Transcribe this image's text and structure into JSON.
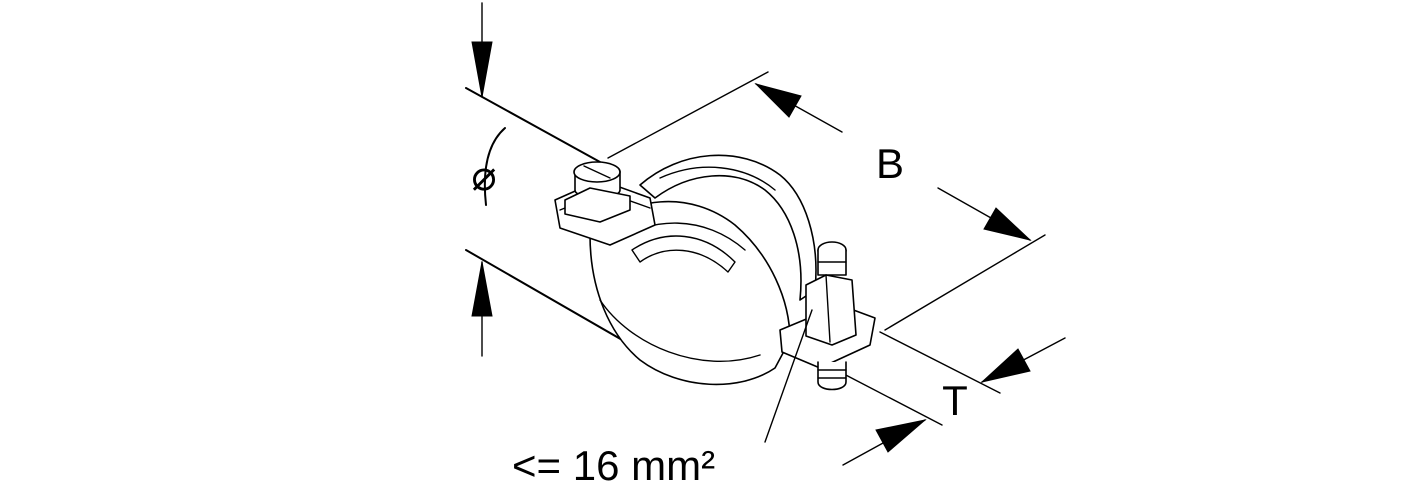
{
  "labels": {
    "diameter_symbol": "⌀",
    "width": "B",
    "thickness": "T",
    "cross_section": "<= 16 mm²"
  },
  "colors": {
    "line": "#000000",
    "background": "#ffffff"
  }
}
